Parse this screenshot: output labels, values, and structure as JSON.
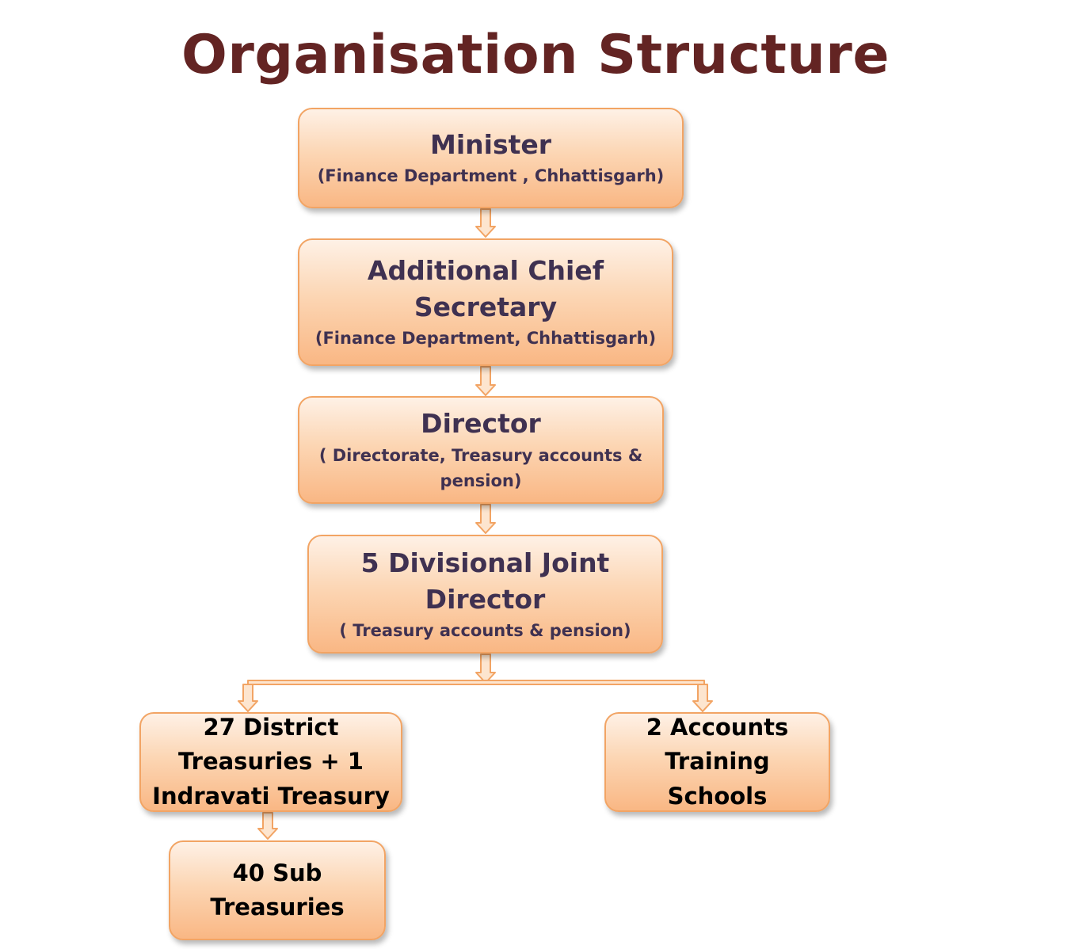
{
  "page": {
    "title": "Organisation Structure"
  },
  "colors": {
    "title": "#632423",
    "box_text": "#3f3151",
    "box_border": "#f2a464",
    "box_fill_top": "#fef1e6",
    "box_fill_bottom": "#f9b784",
    "connector": "#f2a464"
  },
  "nodes": {
    "minister": {
      "title": "Minister",
      "subtitle": "(Finance Department , Chhattisgarh)"
    },
    "acs": {
      "title_line1": "Additional Chief",
      "title_line2": "Secretary",
      "subtitle": "(Finance Department, Chhattisgarh)"
    },
    "director": {
      "title": "Director",
      "subtitle_line1": "( Directorate, Treasury accounts &",
      "subtitle_line2": "pension)"
    },
    "joint_director": {
      "title_line1": "5 Divisional Joint",
      "title_line2": "Director",
      "subtitle": "( Treasury accounts & pension)"
    },
    "district_treasuries": {
      "line1": "27 District",
      "line2": "Treasuries + 1",
      "line3": "Indravati Treasury"
    },
    "training_schools": {
      "line1": "2 Accounts",
      "line2": "Training",
      "line3": "Schools"
    },
    "sub_treasuries": {
      "line1": "40 Sub",
      "line2": "Treasuries"
    }
  },
  "edges": [
    [
      "minister",
      "acs"
    ],
    [
      "acs",
      "director"
    ],
    [
      "director",
      "joint_director"
    ],
    [
      "joint_director",
      "district_treasuries"
    ],
    [
      "joint_director",
      "training_schools"
    ],
    [
      "district_treasuries",
      "sub_treasuries"
    ]
  ]
}
